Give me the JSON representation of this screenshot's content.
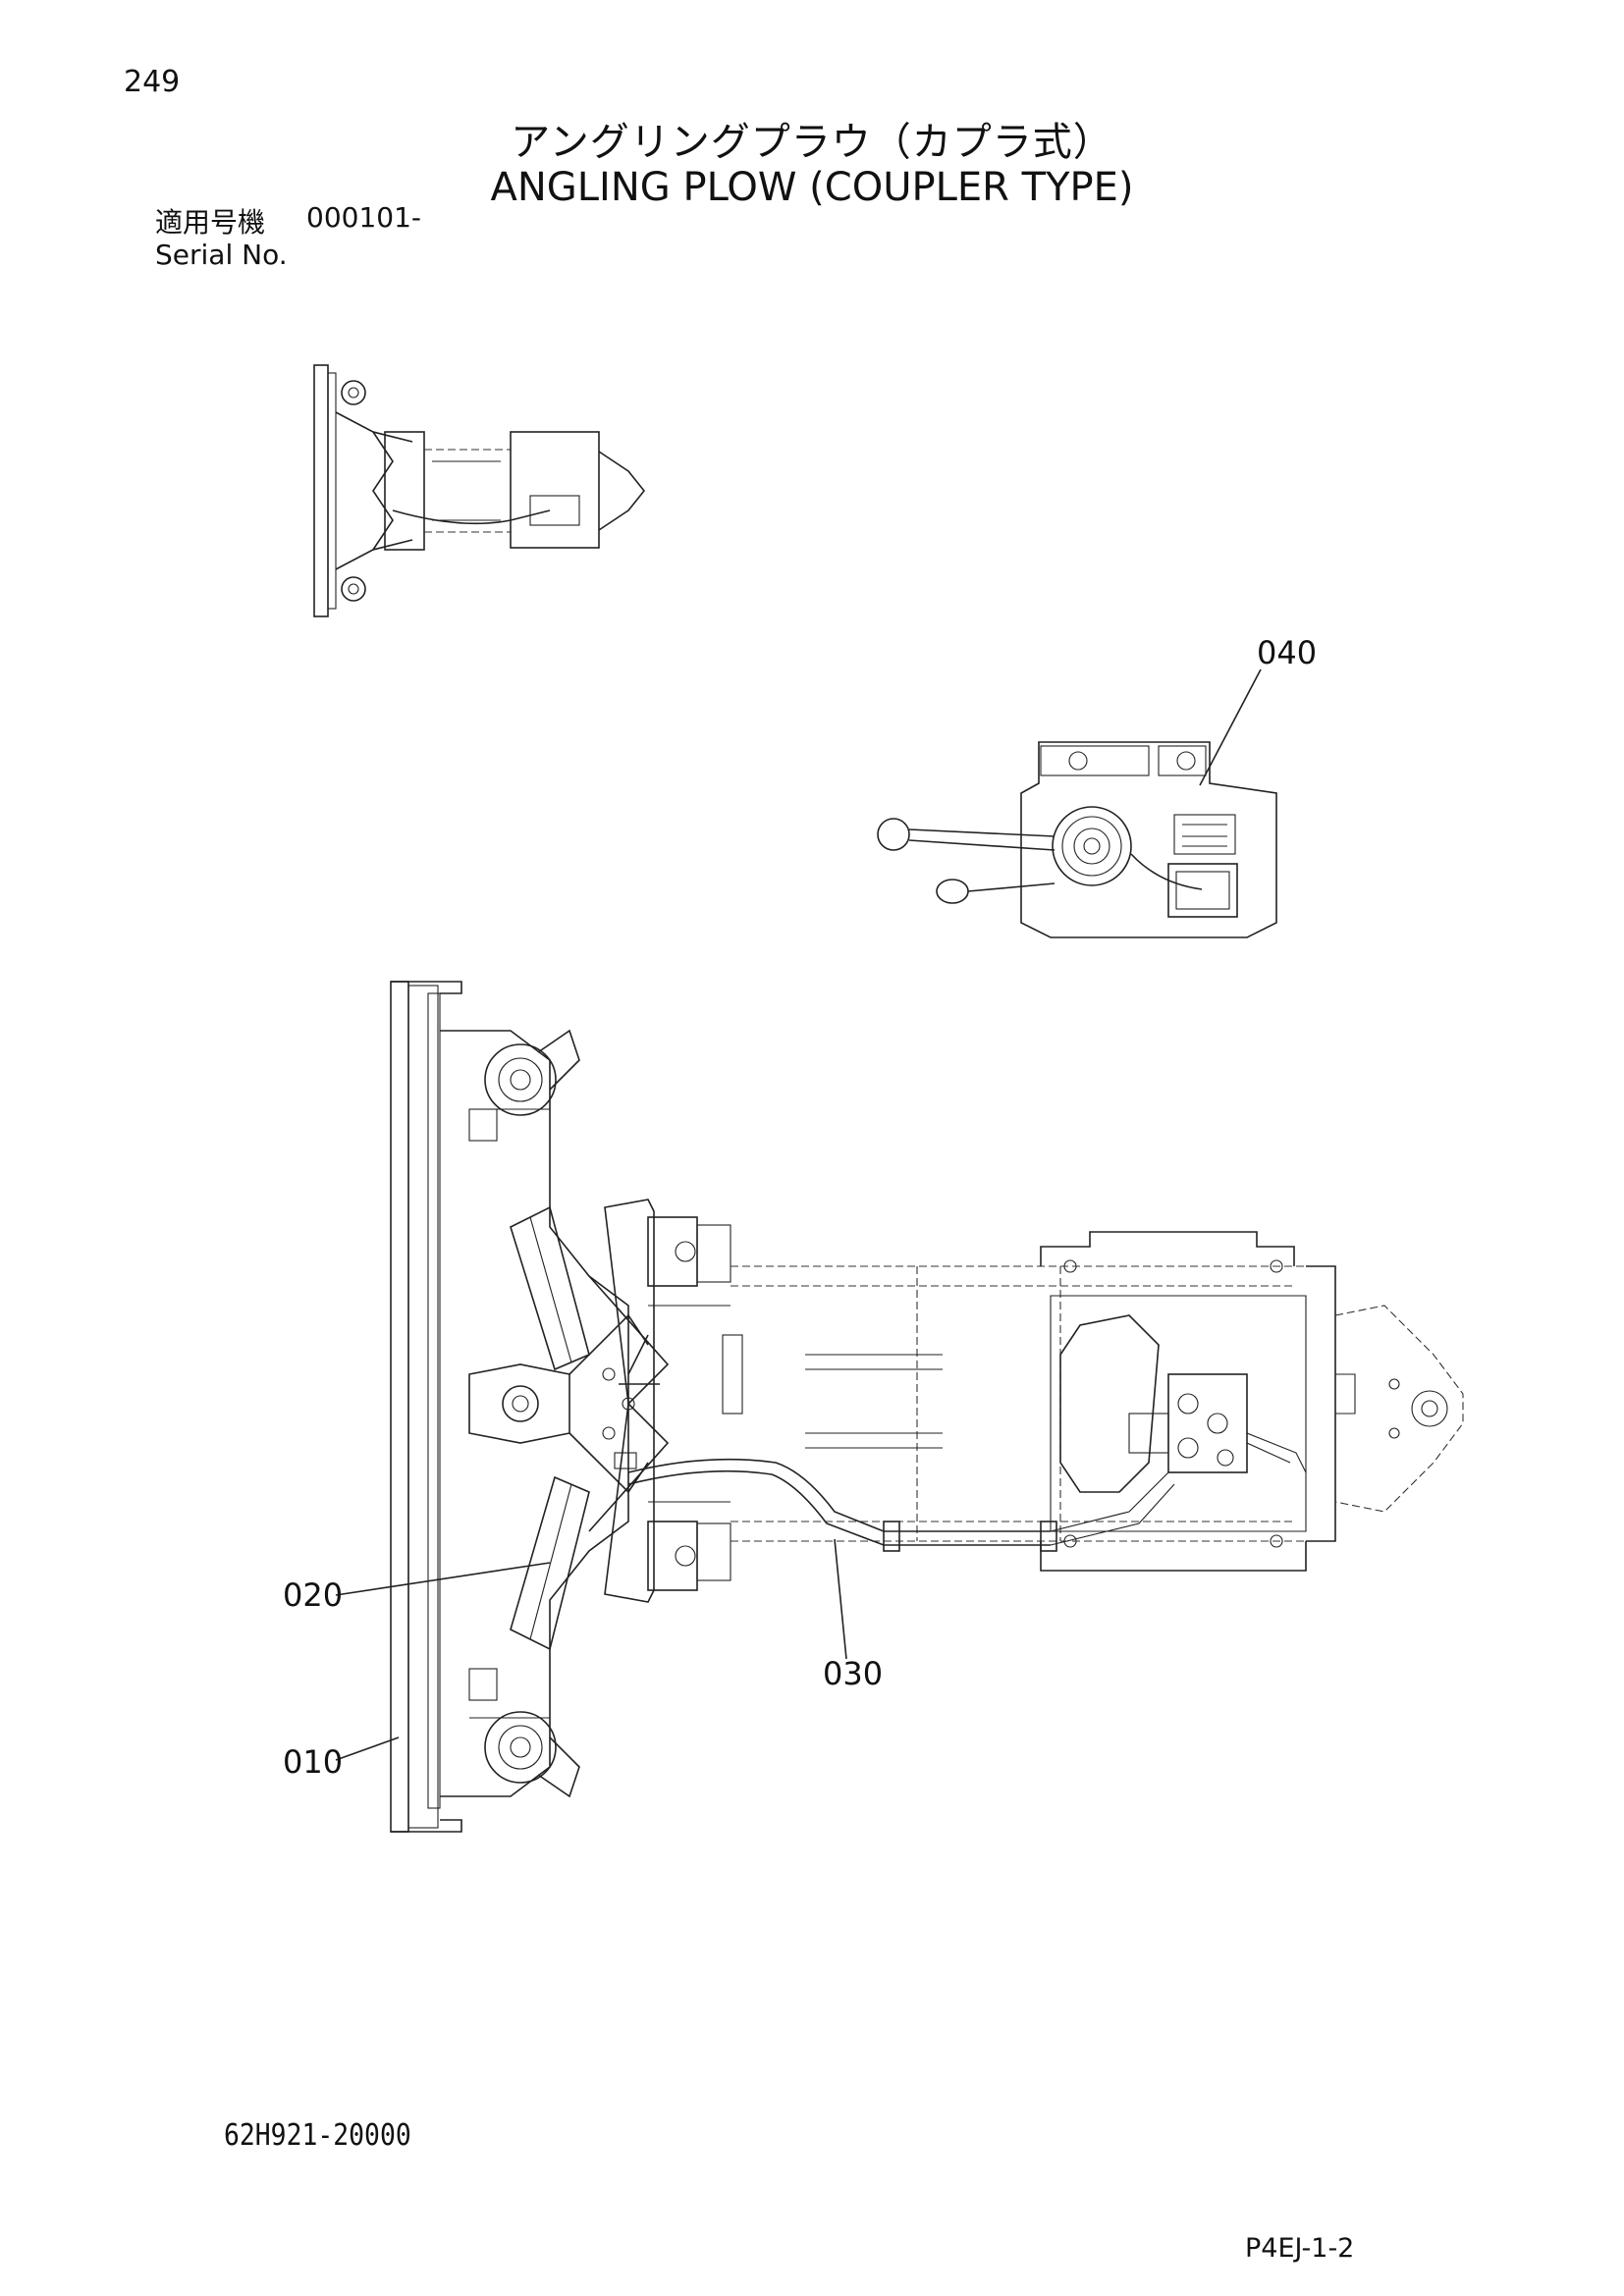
{
  "header": {
    "page_number": "249",
    "title_ja": "アングリングプラウ（カプラ式）",
    "title_en": "ANGLING PLOW (COUPLER TYPE)",
    "serial_label_ja": "適用号機",
    "serial_value": "000101-",
    "serial_label_en": "Serial No."
  },
  "callouts": [
    {
      "id": "callout-040",
      "label": "040"
    },
    {
      "id": "callout-020",
      "label": "020"
    },
    {
      "id": "callout-030",
      "label": "030"
    },
    {
      "id": "callout-010",
      "label": "010"
    }
  ],
  "footer": {
    "drawing_number": "62H921-20000",
    "page_code": "P4EJ-1-2"
  }
}
